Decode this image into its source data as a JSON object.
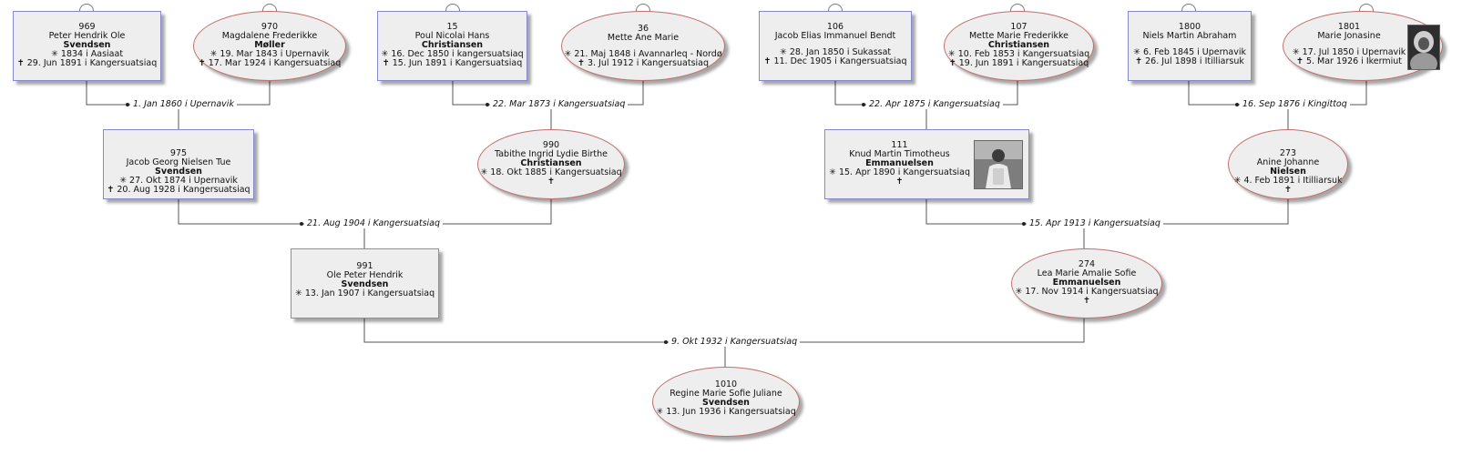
{
  "people": {
    "p969": {
      "id": "969",
      "given": "Peter Hendrik Ole",
      "surname": "Svendsen",
      "birth": "✳ 1834 i  Aasiaat",
      "death": "✝ 29. Jun 1891 i  Kangersuatsiaq"
    },
    "p970": {
      "id": "970",
      "given": "Magdalene Frederikke",
      "surname": "Møller",
      "birth": "✳ 19. Mar 1843 i  Upernavik",
      "death": "✝ 17. Mar 1924 i  Kangersuatsiaq"
    },
    "p15": {
      "id": "15",
      "given": "Poul Nicolai Hans",
      "surname": "Christiansen",
      "birth": "✳ 16. Dec 1850 i  kangersuatsiaq",
      "death": "✝ 15. Jun 1891 i  Kangersuatsiaq"
    },
    "p36": {
      "id": "36",
      "given": "Mette Ane Marie",
      "surname": "",
      "birth": "✳ 21. Maj 1848 i  Avannarleq - Nordø",
      "death": "✝ 3. Jul 1912 i  Kangersuatsiaq"
    },
    "p106": {
      "id": "106",
      "given": "Jacob Elias Immanuel Bendt",
      "surname": "",
      "birth": "✳ 28. Jan 1850 i  Sukassat",
      "death": "✝ 11. Dec 1905 i  Kangersuatsiaq"
    },
    "p107": {
      "id": "107",
      "given": "Mette Marie Frederikke",
      "surname": "Christiansen",
      "birth": "✳ 10. Feb 1853 i  Kangersuatsiaq",
      "death": "✝ 19. Jun 1891 i  Kangersuatsiaq"
    },
    "p1800": {
      "id": "1800",
      "given": "Niels Martin Abraham",
      "surname": "",
      "birth": "✳ 6. Feb 1845 i  Upernavik",
      "death": "✝ 26. Jul 1898 i  Itilliarsuk"
    },
    "p1801": {
      "id": "1801",
      "given": "Marie Jonasine",
      "surname": "",
      "birth": "✳ 17. Jul 1850 i  Upernavik",
      "death": "✝ 5. Mar 1926 i  Ikermiut"
    },
    "p975": {
      "id": "975",
      "given": "Jacob Georg Nielsen Tue",
      "surname": "Svendsen",
      "birth": "✳ 27. Okt 1874 i  Upernavik",
      "death": "✝ 20. Aug 1928 i  Kangersuatsiaq"
    },
    "p990": {
      "id": "990",
      "given": "Tabithe Ingrid Lydie Birthe",
      "surname": "Christiansen",
      "birth": "✳ 18. Okt 1885 i  Kangersuatsiaq",
      "death": "✝"
    },
    "p111": {
      "id": "111",
      "given": "Knud Martin Timotheus",
      "surname": "Emmanuelsen",
      "birth": "✳ 15. Apr 1890 i  Kangersuatsiaq",
      "death": "✝"
    },
    "p273": {
      "id": "273",
      "given": "Anine Johanne",
      "surname": "Nielsen",
      "birth": "✳ 4. Feb 1891 i  Itilliarsuk",
      "death": "✝"
    },
    "p991": {
      "id": "991",
      "given": "Ole Peter Hendrik",
      "surname": "Svendsen",
      "birth": "✳ 13. Jan 1907 i  Kangersuatsiaq",
      "death": ""
    },
    "p274": {
      "id": "274",
      "given": "Lea Marie Amalie Sofie",
      "surname": "Emmanuelsen",
      "birth": "✳ 17. Nov 1914 i  Kangersuatsiaq",
      "death": "✝"
    },
    "p1010": {
      "id": "1010",
      "given": "Regine Marie Sofie Juliane",
      "surname": "Svendsen",
      "birth": "✳ 13. Jun 1936 i  Kangersuatsiaq",
      "death": ""
    }
  },
  "marriages": {
    "m1": "1. Jan 1860 i  Upernavik",
    "m2": "22. Mar 1873 i  Kangersuatsiaq",
    "m3": "22. Apr 1875 i  Kangersuatsiaq",
    "m4": "16. Sep 1876 i  Kingittoq",
    "m5": "21. Aug 1904 i  Kangersuatsiaq",
    "m6": "15. Apr 1913 i  Kangersuatsiaq",
    "m7": "9. Okt 1932 i  Kangersuatsiaq"
  },
  "colors": {
    "line": "#555555",
    "male_border": "#8888cc",
    "female_border": "#c07070",
    "fill": "#eeeeee"
  }
}
